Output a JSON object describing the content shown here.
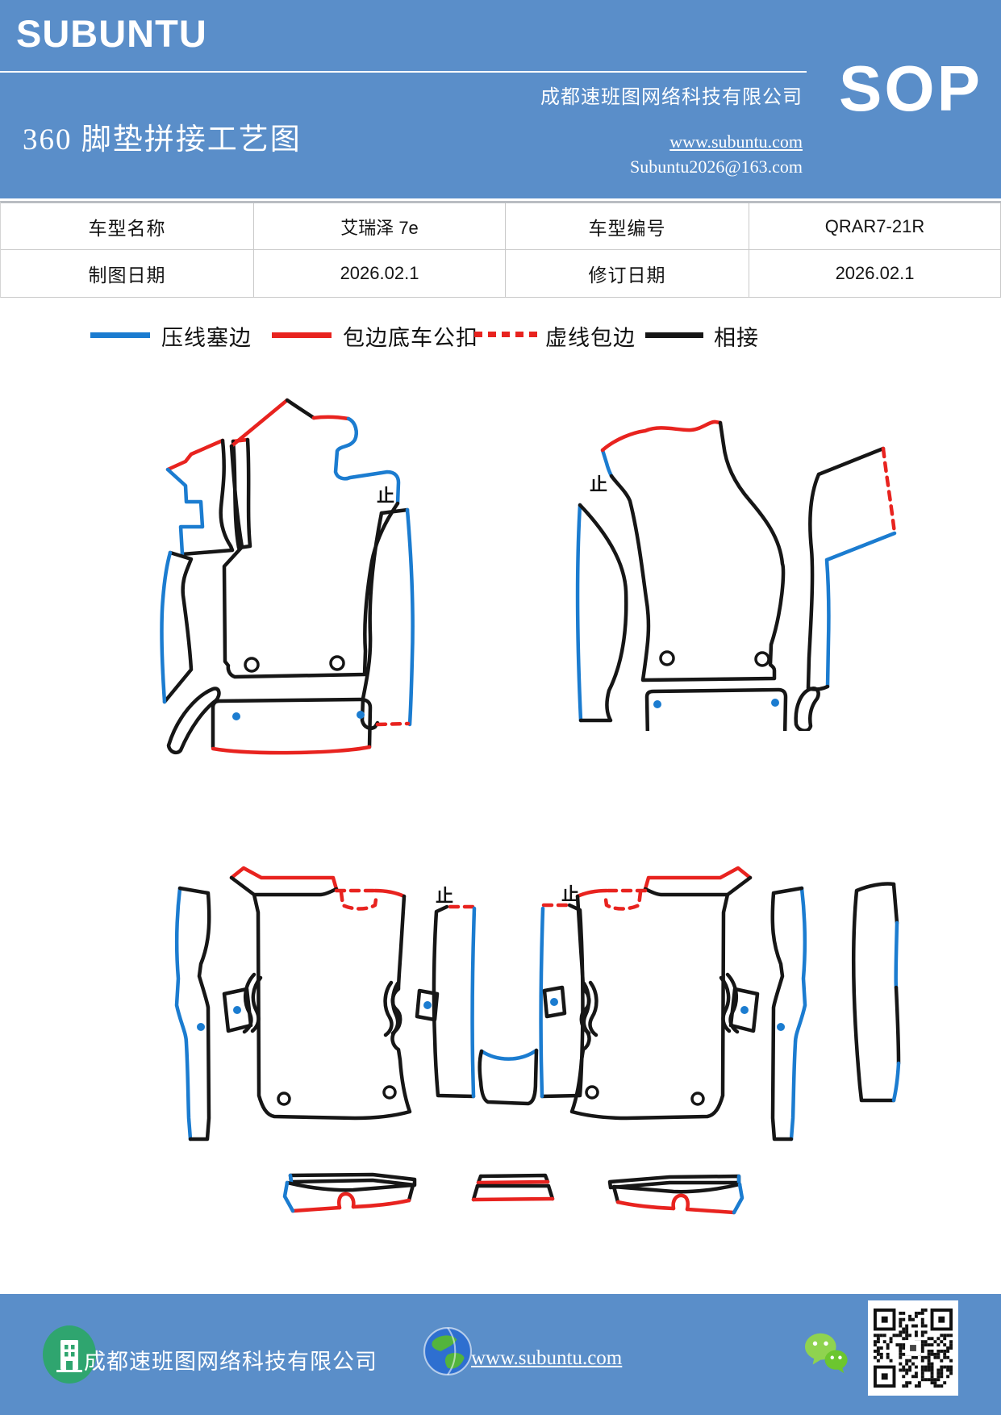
{
  "document": {
    "brand": "SUBUNTU",
    "title": "360 脚垫拼接工艺图",
    "company": "成都速班图网络科技有限公司",
    "website": "www.subuntu.com",
    "email": "Subuntu2026@163.com",
    "doc_type": "SOP"
  },
  "info_table": {
    "rows": [
      {
        "c1": "车型名称",
        "c2": "艾瑞泽 7e",
        "c3": "车型编号",
        "c4": "QRAR7-21R"
      },
      {
        "c1": "制图日期",
        "c2": "2026.02.1",
        "c3": "修订日期",
        "c4": "2026.02.1"
      }
    ]
  },
  "legend": {
    "items": [
      {
        "label": "压线塞边",
        "color": "#1b7cd0",
        "style": "solid"
      },
      {
        "label": "包边底车公扣",
        "color": "#e8231f",
        "style": "solid"
      },
      {
        "label": "虚线包边",
        "color": "#e8231f",
        "style": "dashed"
      },
      {
        "label": "相接",
        "color": "#161616",
        "style": "solid"
      }
    ]
  },
  "diagrams": {
    "stop_mark": "止",
    "top_left": "driver front mat splicing diagram",
    "top_right": "passenger front mat splicing diagram",
    "bottom": "rear row mats splicing diagram"
  },
  "footer": {
    "company": "成都速班图网络科技有限公司",
    "website": "www.subuntu.com"
  },
  "colors": {
    "banner_blue": "#5a8ec9",
    "line_blue": "#1b7cd0",
    "line_red": "#e8231f",
    "line_black": "#161616"
  }
}
